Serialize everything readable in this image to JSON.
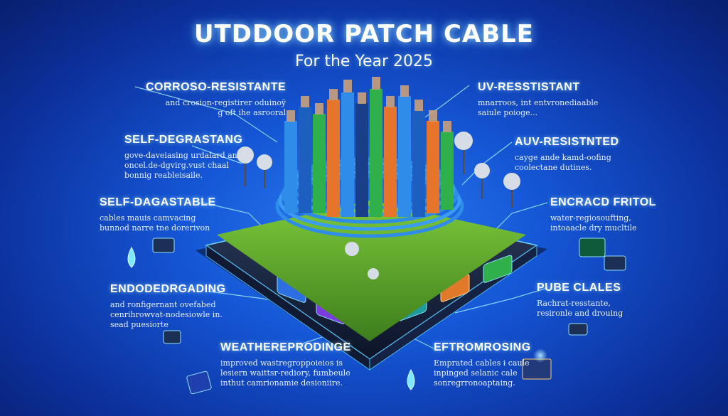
{
  "header": {
    "title": "UTDDOOR PATCH CABLE",
    "subtitle": "For the Year 2025"
  },
  "features_left": [
    {
      "heading": "CORROSO-RESISTANTE",
      "lines": [
        "and crosion-registirer oduinoÿ",
        "g oft ihe asrooral"
      ]
    },
    {
      "heading": "SELF-DEGRASTANG",
      "lines": [
        "gove-daveiasing urdalard an",
        "oncel.de-dgvirg.vust chaal",
        "bonnig reableisaile."
      ]
    },
    {
      "heading": "SELF-DAGASTABLE",
      "lines": [
        "cables mauis camvacing",
        "bunnod narre tne dorerivon"
      ]
    },
    {
      "heading": "ENDODEDRGADING",
      "lines": [
        "and ronfigernant ovefabed",
        "cenrihrowvat-nodesiowle in.",
        "sead puesiorte"
      ]
    }
  ],
  "features_right": [
    {
      "heading": "UV-RESSTISTANT",
      "lines": [
        "mnarroos, int entvronediaable",
        "saiule poioge..."
      ]
    },
    {
      "heading": "AUV-RESISTNTED",
      "lines": [
        "cayge ande kamd-oofing",
        "coolectane dutines."
      ]
    },
    {
      "heading": "ENCRACD FRITOL",
      "lines": [
        "water-regiosoufting,",
        "intoaacle dry mucltile"
      ]
    },
    {
      "heading": "PUBE CLALES",
      "lines": [
        "Rachrat-resstante,",
        "resironle and drouing"
      ]
    }
  ],
  "features_bottom": [
    {
      "heading": "WEATHEREPRODINGE",
      "lines": [
        "improved wastregroppoieios is",
        "lesiern waittsr-rediory, fumbeule",
        "inthut camrionamie desioniire."
      ]
    },
    {
      "heading": "EFTROMROSING",
      "lines": [
        "Emprated cables ɨ caule",
        "inpinged selanic cale",
        "sonregrronoaptaing."
      ]
    }
  ],
  "colors": {
    "background": "#1556d6",
    "grass": "#5aa42a",
    "cable_blue": "#2f8ce8",
    "cable_orange": "#e6742a",
    "cable_green": "#2fb04a",
    "glow": "#8fe0ff"
  }
}
